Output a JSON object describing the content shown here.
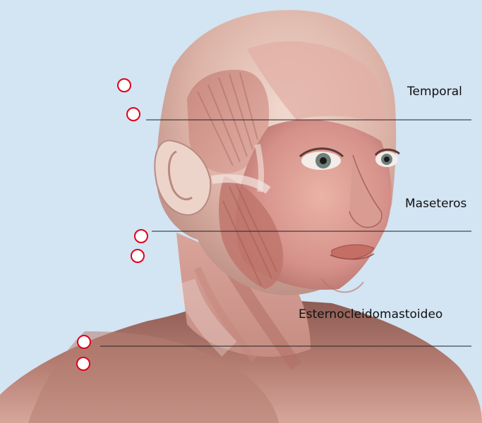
{
  "labels": {
    "temporal": "Temporal",
    "maseteros": "Maseteros",
    "esternocleidomastoideo": "Esternocleidomastoideo"
  },
  "colors": {
    "background": "#d3e4f3",
    "hotspot_border": "#e0001a",
    "skin": "#e8c2b4",
    "muscle": "#c98075",
    "leader_line": "#222222"
  }
}
